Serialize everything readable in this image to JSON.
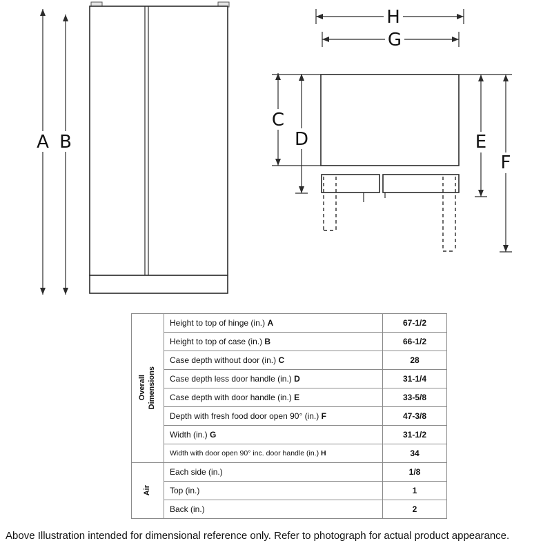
{
  "caption": "Above Illustration intended for dimensional reference only. Refer to photograph for actual product appearance.",
  "diagram": {
    "labels": {
      "a": "A",
      "b": "B",
      "c": "C",
      "d": "D",
      "e": "E",
      "f": "F",
      "g": "G",
      "h": "H"
    }
  },
  "table": {
    "groups": [
      {
        "label": "Overall\nDimensions",
        "rows": [
          {
            "desc": "Height to top of hinge (in.)",
            "key": "A",
            "value": "67-1/2"
          },
          {
            "desc": "Height to top of case (in.)",
            "key": "B",
            "value": "66-1/2"
          },
          {
            "desc": "Case depth without door (in.)",
            "key": "C",
            "value": "28"
          },
          {
            "desc": "Case depth less door handle (in.)",
            "key": "D",
            "value": "31-1/4"
          },
          {
            "desc": "Case depth with door handle (in.)",
            "key": "E",
            "value": "33-5/8"
          },
          {
            "desc": "Depth with fresh food door open 90° (in.)",
            "key": "F",
            "value": "47-3/8"
          },
          {
            "desc": "Width (in.)",
            "key": "G",
            "value": "31-1/2"
          },
          {
            "desc": "Width with door open 90° inc. door handle (in.)",
            "key": "H",
            "value": "34"
          }
        ]
      },
      {
        "label": "Air",
        "rows": [
          {
            "desc": "Each side (in.)",
            "key": "",
            "value": "1/8"
          },
          {
            "desc": "Top (in.)",
            "key": "",
            "value": "1"
          },
          {
            "desc": "Back (in.)",
            "key": "",
            "value": "2"
          }
        ]
      }
    ]
  }
}
